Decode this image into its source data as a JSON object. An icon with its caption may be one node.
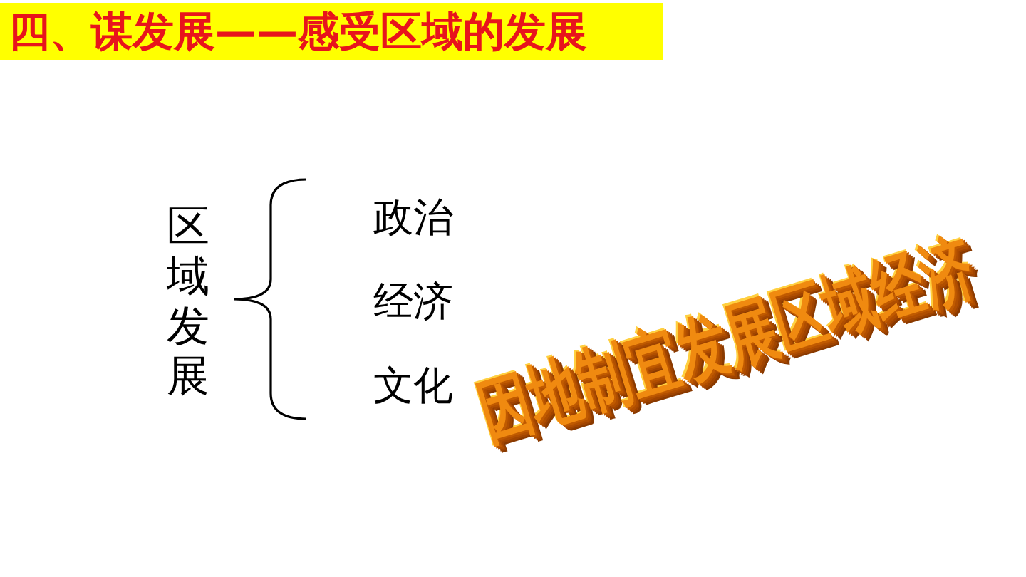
{
  "diagram": {
    "title": "四、谋发展——感受区域的发展",
    "labels": [
      "区域发展",
      "政治",
      "经济",
      "文化",
      "因地制宜发展区域经济"
    ]
  }
}
